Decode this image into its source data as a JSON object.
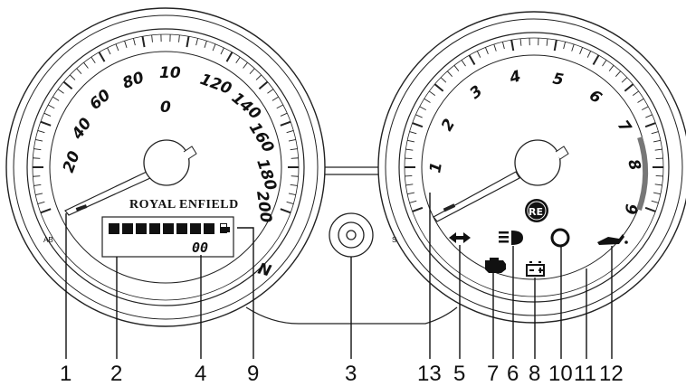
{
  "brand": "ROYAL ENFIELD",
  "speedometer": {
    "top_number": "10",
    "center_number": "0",
    "scale_labels": [
      "20",
      "40",
      "60",
      "80",
      "120",
      "140",
      "160",
      "180",
      "200"
    ],
    "side_mark": "AB",
    "bottom_mark": "N"
  },
  "lcd": {
    "digits": "00",
    "bar_segments": 8
  },
  "tachometer": {
    "scale_labels": [
      "1",
      "2",
      "3",
      "4",
      "5",
      "6",
      "7",
      "8",
      "9"
    ],
    "side_mark": "S",
    "logo": "RE"
  },
  "callouts": [
    "1",
    "2",
    "4",
    "9",
    "3",
    "13",
    "5",
    "7",
    "6",
    "8",
    "10",
    "11",
    "12"
  ],
  "icons": {
    "turn_indicator": "turn-signal-icon",
    "engine_check": "engine-check-icon",
    "high_beam": "high-beam-icon",
    "battery": "battery-icon",
    "abs": "abs-warning-icon",
    "oil": "oil-pressure-icon",
    "fuel": "fuel-pump-icon"
  }
}
